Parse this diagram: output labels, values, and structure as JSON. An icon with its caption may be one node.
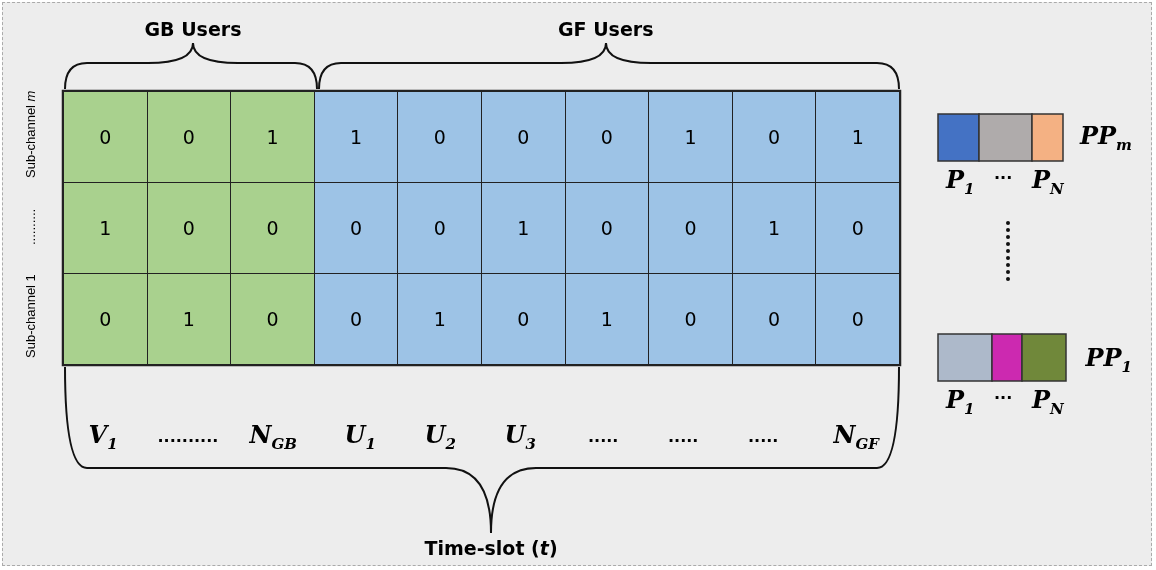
{
  "diagram": {
    "labels": [
      "GB Users",
      "GF Users",
      "Sub-channel *m*",
      "..........",
      "Sub-channel 1",
      "0",
      "0",
      "1",
      "1",
      "0",
      "0",
      "0",
      "1",
      "0",
      "1",
      "1",
      "0",
      "0",
      "0",
      "0",
      "1",
      "0",
      "0",
      "1",
      "0",
      "0",
      "1",
      "0",
      "0",
      "1",
      "0",
      "1",
      "0",
      "0",
      "0",
      "PP$_{m}$",
      "P$_{1}$",
      "...",
      "P$_{N}$",
      "PP$_{1}$",
      "P$_{1}$",
      "...",
      "P$_{N}$",
      "V$_{1}$",
      "..........",
      "N$_{GB}$",
      "U$_{1}$",
      "U$_{2}$",
      "U$_{3}$",
      ".....",
      ".....",
      ".....",
      "N$_{GF}$",
      "Time-slot (*t*)"
    ]
  }
}
